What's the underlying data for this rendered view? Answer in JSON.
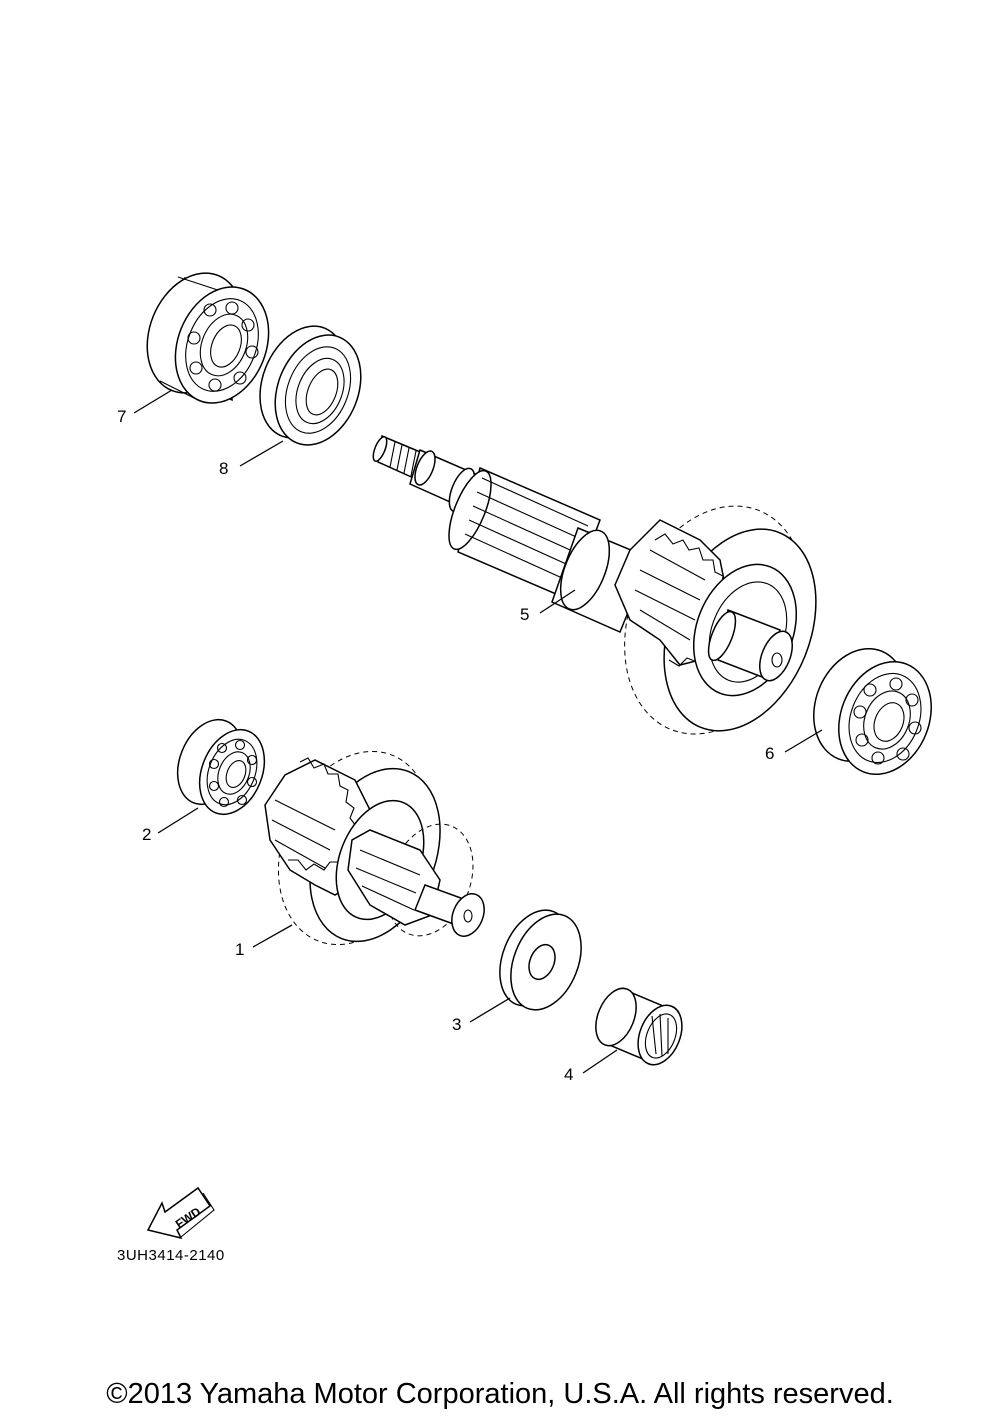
{
  "callouts": [
    {
      "number": "1"
    },
    {
      "number": "2"
    },
    {
      "number": "3"
    },
    {
      "number": "4"
    },
    {
      "number": "5"
    },
    {
      "number": "6"
    },
    {
      "number": "7"
    },
    {
      "number": "8"
    }
  ],
  "fwd_label": "FWD",
  "diagram_code": "3UH3414-2140",
  "copyright": "©2013 Yamaha Motor Corporation, U.S.A. All rights reserved."
}
